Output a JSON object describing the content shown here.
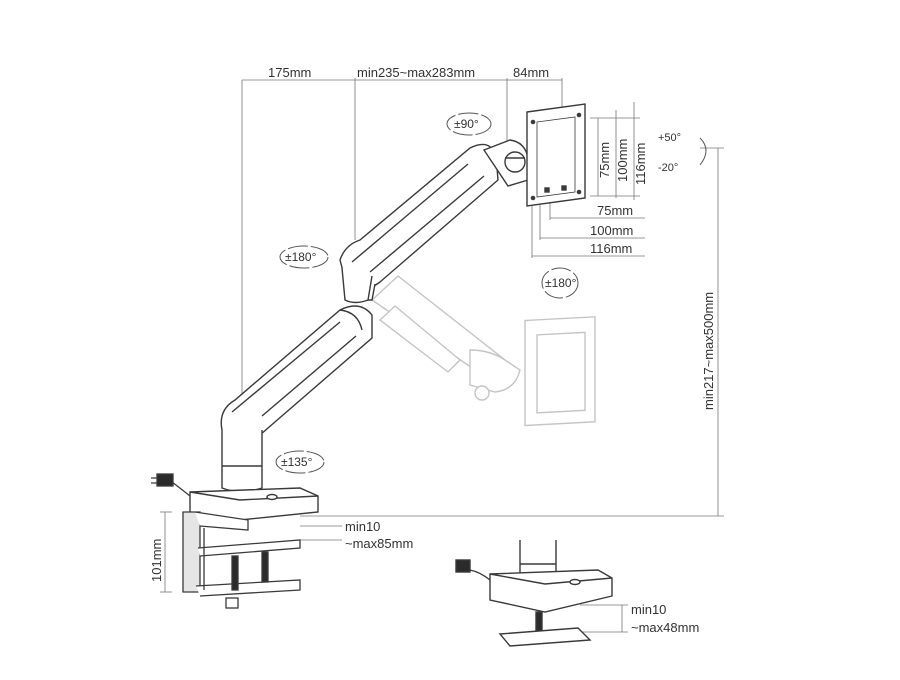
{
  "dimensions": {
    "top_left": "175mm",
    "top_mid": "min235~max283mm",
    "top_right": "84mm",
    "vesa_v75": "75mm",
    "vesa_v100": "100mm",
    "vesa_v116": "116mm",
    "vesa_h75": "75mm",
    "vesa_h100": "100mm",
    "vesa_h116": "116mm",
    "height_range": "min217~max500mm",
    "clamp_height": "101mm",
    "clamp_range_min": "min10",
    "clamp_range_max": "~max85mm",
    "grommet_range_min": "min10",
    "grommet_range_max": "~max48mm"
  },
  "rotations": {
    "head": "±90°",
    "arm_joint": "±180°",
    "base": "±135°",
    "vesa_rotation": "±180°"
  },
  "tilt": {
    "up": "+50°",
    "down": "-20°"
  },
  "colors": {
    "line": "#3a3a3a",
    "dim_line": "#777777",
    "fill": "#ffffff",
    "ghost": "#c4c4c4",
    "dark": "#2b2b2b"
  }
}
